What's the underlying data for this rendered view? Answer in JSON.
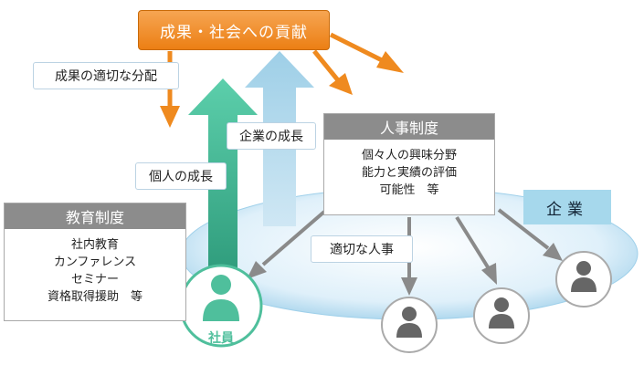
{
  "result_box": {
    "label": "成果・社会への貢献"
  },
  "labels": {
    "distribution": "成果の適切な分配",
    "company_growth": "企業の成長",
    "individual_growth": "個人の成長",
    "proper_hr": "適切な人事"
  },
  "hr_system": {
    "title": "人事制度",
    "lines": [
      "個々人の興味分野",
      "能力と実績の評価",
      "可能性　等"
    ]
  },
  "education_system": {
    "title": "教育制度",
    "lines": [
      "社内教育",
      "カンファレンス",
      "セミナー",
      "資格取得援助　等"
    ]
  },
  "company": {
    "label": "企業"
  },
  "employee": {
    "label": "社員"
  },
  "colors": {
    "orange": "#ef8a1f",
    "teal": "#4fbf9c",
    "light_blue": "#a9d3e8",
    "gray_arrow": "#8a8a8a",
    "header_gray": "#8c8c8c"
  },
  "icons": [
    "person-icon"
  ]
}
